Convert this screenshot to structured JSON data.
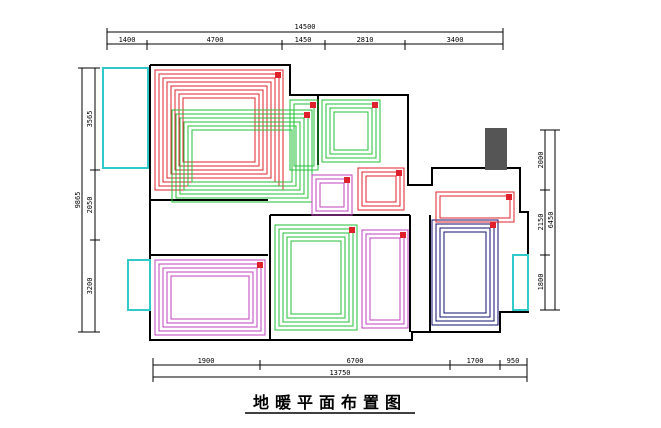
{
  "title": "地暖平面布置图",
  "dimensions": {
    "top_total": "14500",
    "top": [
      "1400",
      "4700",
      "1450",
      "2810",
      "3400"
    ],
    "bottom": [
      "1900",
      "6700",
      "1700",
      "950"
    ],
    "bottom_total": "13750",
    "left": [
      "3565",
      "2050",
      "3200"
    ],
    "left_total": "9865",
    "right": [
      "2000",
      "2150",
      "1800"
    ],
    "right_total": "6450"
  },
  "colors": {
    "red": "#e0202a",
    "green": "#22c23a",
    "magenta": "#c040c0",
    "navy": "#101070",
    "cyan": "#30c8c8"
  }
}
